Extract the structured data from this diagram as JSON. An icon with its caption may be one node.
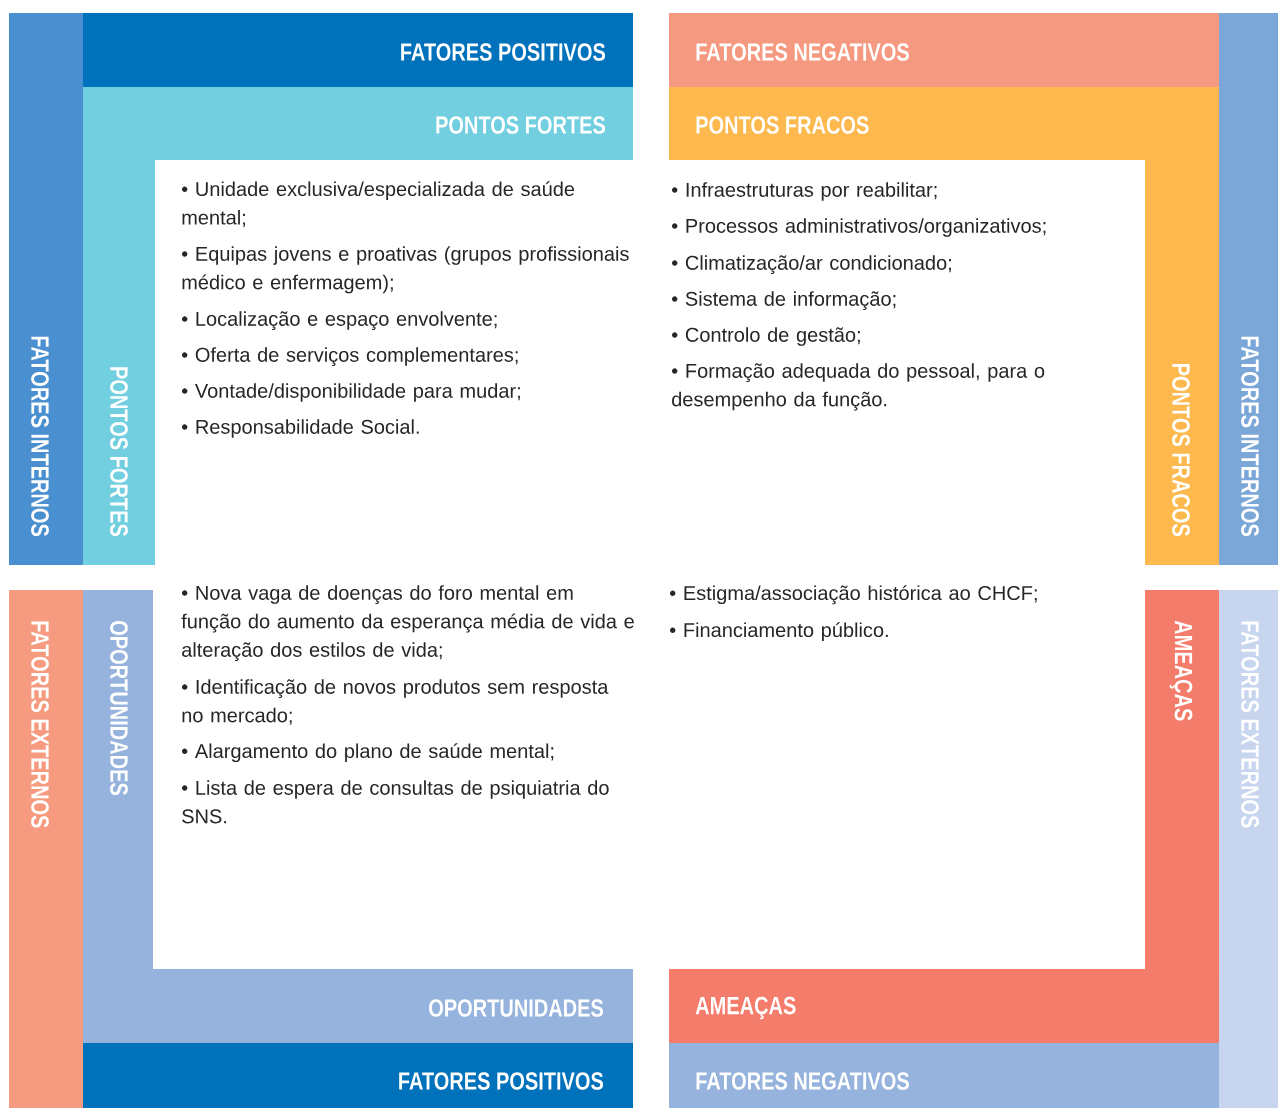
{
  "diagram": {
    "nodes": [
      {
        "text": [
          "FATORES POSITIVOS"
        ]
      },
      {
        "text": [
          "FATORES NEGATIVOS"
        ]
      },
      {
        "text": [
          "PONTOS FORTES"
        ]
      },
      {
        "text": [
          "PONTOS FRACOS"
        ]
      },
      {
        "text": [
          "FATORES INTERNOS"
        ]
      },
      {
        "text": [
          "PONTOS FORTES"
        ]
      },
      {
        "text": [
          "PONTOS FRACOS"
        ]
      },
      {
        "text": [
          "FATORES INTERNOS"
        ]
      },
      {
        "text": [
          "FATORES EXTERNOS"
        ]
      },
      {
        "text": [
          "OPORTUNIDADES"
        ]
      },
      {
        "text": [
          "AMEAÇAS"
        ]
      },
      {
        "text": [
          "FATORES EXTERNOS"
        ]
      },
      {
        "text": [
          "OPORTUNIDADES"
        ]
      },
      {
        "text": [
          "AMEAÇAS"
        ]
      },
      {
        "text": [
          "FATORES POSITIVOS"
        ]
      },
      {
        "text": [
          "FATORES NEGATIVOS"
        ]
      }
    ],
    "labels": [
      "• Unidade exclusiva/especializada de saúde mental;",
      "• Equipas jovens e proativas (grupos profissionais médico e enfermagem);",
      "• Localização e espaço envolvente;",
      "• Oferta de serviços complementares;",
      "• Vontade/disponibilidade para mudar;",
      "• Responsabilidade Social.",
      "• Infraestruturas por reabilitar;",
      "• Processos administrativos/organizativos;",
      "• Climatização/ar condicionado;",
      "• Sistema de informação;",
      "• Controlo de gestão;",
      "• Formação adequada do pessoal, para o desempenho da função.",
      "• Nova vaga de doenças do foro mental em função do aumento da esperança média de vida e alteração dos estilos de vida;",
      "• Identificação de novos produtos sem resposta no mercado;",
      "• Alargamento do plano de saúde mental;",
      "• Lista de espera de consultas de psiquiatria do SNS.",
      "• Estigma/associação histórica ao CHCF;",
      "• Financiamento público."
    ]
  }
}
